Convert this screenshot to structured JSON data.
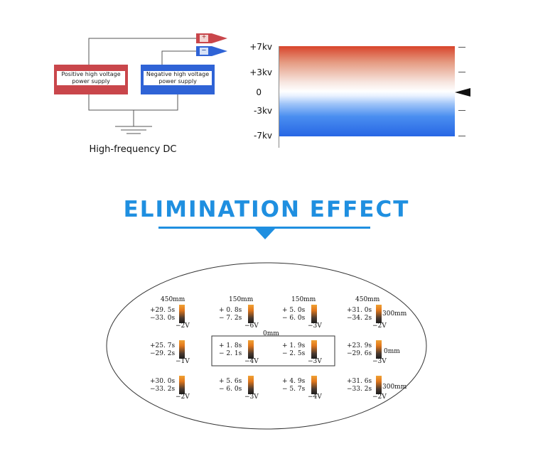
{
  "circuit": {
    "positive_box": [
      "Positive high voltage",
      "power supply"
    ],
    "negative_box": [
      "Negative high voltage",
      "power supply"
    ],
    "plus_symbol": "+",
    "minus_symbol": "−",
    "caption": "High-frequency DC",
    "colors": {
      "positive": "#c9464b",
      "negative": "#2f63d6"
    }
  },
  "voltage_scale": {
    "labels": [
      "+7kv",
      "+3kv",
      "0",
      "-3kv",
      "-7kv"
    ]
  },
  "title": "ELIMINATION EFFECT",
  "title_color": "#1f8fe0",
  "measurements": {
    "center_label": "0mm",
    "cells": [
      {
        "top": "450mm",
        "plus": "+29. 5s",
        "minus": "−33. 0s",
        "volts": "−2V"
      },
      {
        "top": "150mm",
        "plus": "+ 0. 8s",
        "minus": "− 7. 2s",
        "volts": "−6V"
      },
      {
        "top": "150mm",
        "plus": "+ 5. 0s",
        "minus": "− 6. 0s",
        "volts": "−3V"
      },
      {
        "top": "450mm",
        "plus": "+31. 0s",
        "minus": "−34. 2s",
        "volts": "−2V",
        "side": "300mm"
      },
      {
        "plus": "+25. 7s",
        "minus": "−29. 2s",
        "volts": "−1V"
      },
      {
        "plus": "+ 1. 8s",
        "minus": "− 2. 1s",
        "volts": "−4V"
      },
      {
        "plus": "+ 1. 9s",
        "minus": "− 2. 5s",
        "volts": "−3V"
      },
      {
        "plus": "+23. 9s",
        "minus": "−29. 6s",
        "volts": "−3V",
        "side": "0mm"
      },
      {
        "plus": "+30. 0s",
        "minus": "−33. 2s",
        "volts": "−2V"
      },
      {
        "plus": "+ 5. 6s",
        "minus": "− 6. 0s",
        "volts": "−3V"
      },
      {
        "plus": "+ 4. 9s",
        "minus": "− 5. 7s",
        "volts": "−4V"
      },
      {
        "plus": "+31. 6s",
        "minus": "−33. 2s",
        "volts": "−2V",
        "side": "300mm"
      }
    ]
  }
}
